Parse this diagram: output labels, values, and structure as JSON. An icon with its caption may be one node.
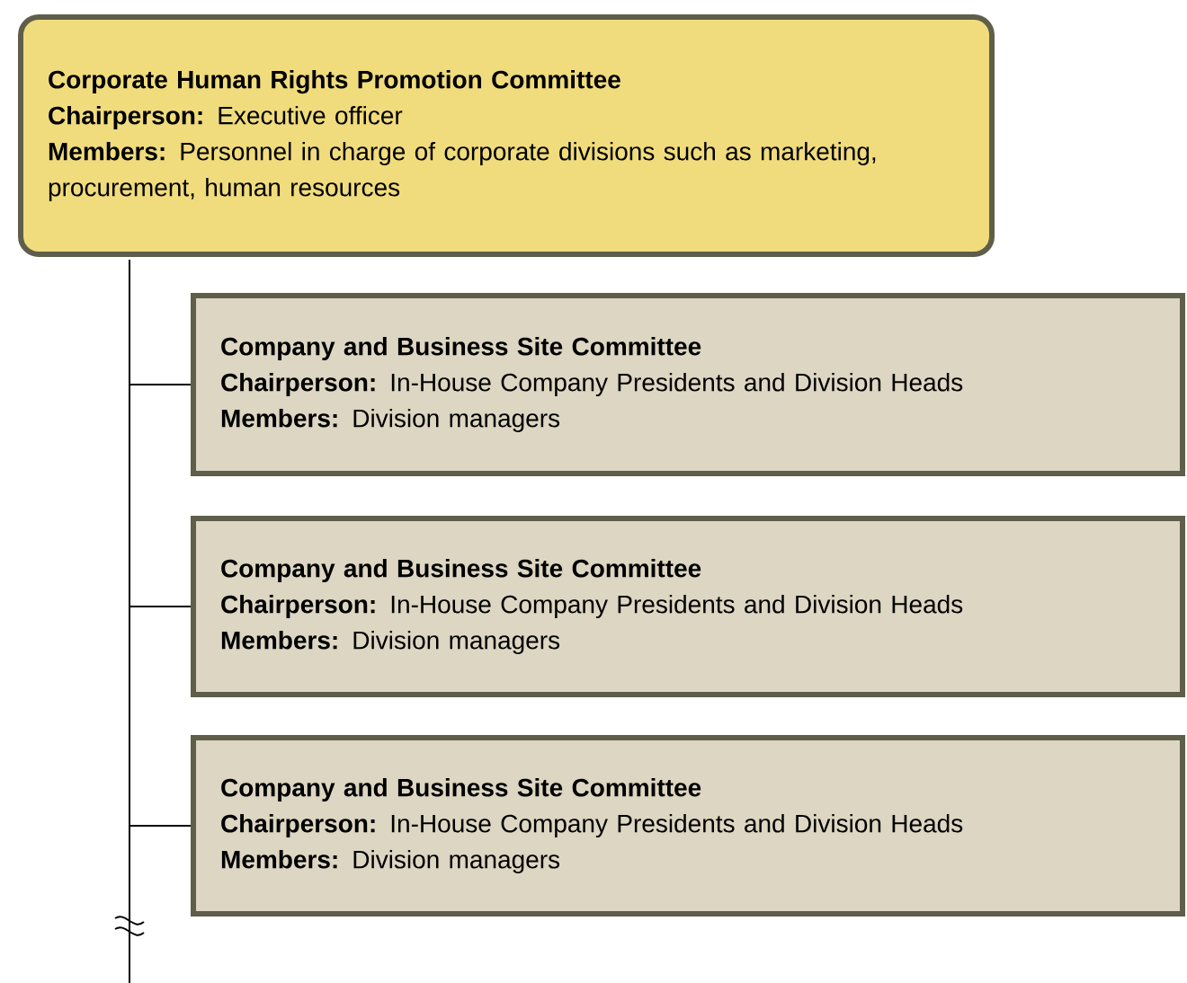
{
  "diagram": {
    "nodes": [
      {
        "text": [
          "Corporate Human Rights Promotion Committee",
          "**Chairperson:** Executive officer",
          "**Members:** Personnel in charge of corporate divisions such as marketing, procurement, human resources"
        ]
      },
      {
        "text": [
          "Company and Business Site Committee",
          "**Chairperson:** In-House Company Presidents and Division Heads",
          "**Members:** Division managers"
        ]
      },
      {
        "text": [
          "Company and Business Site Committee",
          "**Chairperson:** In-House Company Presidents and Division Heads",
          "**Members:** Division managers"
        ]
      },
      {
        "text": [
          "Company and Business Site Committee",
          "**Chairperson:** In-House Company Presidents and Division Heads",
          "**Members:** Division managers"
        ]
      }
    ],
    "edges": [
      {
        "from": 0,
        "to": 1,
        "arrow": "none"
      },
      {
        "from": 0,
        "to": 2,
        "arrow": "none"
      },
      {
        "from": 0,
        "to": 3,
        "arrow": "none"
      }
    ]
  }
}
